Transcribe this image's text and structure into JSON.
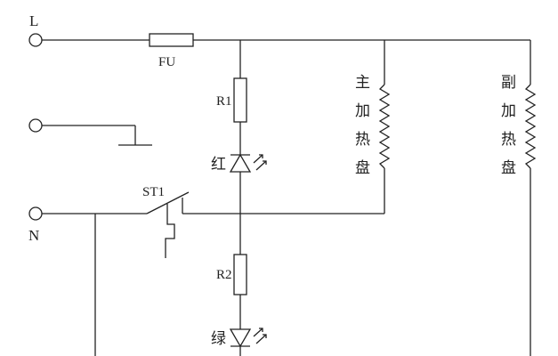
{
  "terminals": {
    "live": "L",
    "neutral": "N"
  },
  "components": {
    "fuse": "FU",
    "resistor_1": "R1",
    "resistor_2": "R2",
    "thermostat": "ST1",
    "led_red": "红",
    "led_green": "绿"
  },
  "heaters": {
    "main": [
      "主",
      "加",
      "热",
      "盘"
    ],
    "auxiliary": [
      "副",
      "加",
      "热",
      "盘"
    ]
  }
}
